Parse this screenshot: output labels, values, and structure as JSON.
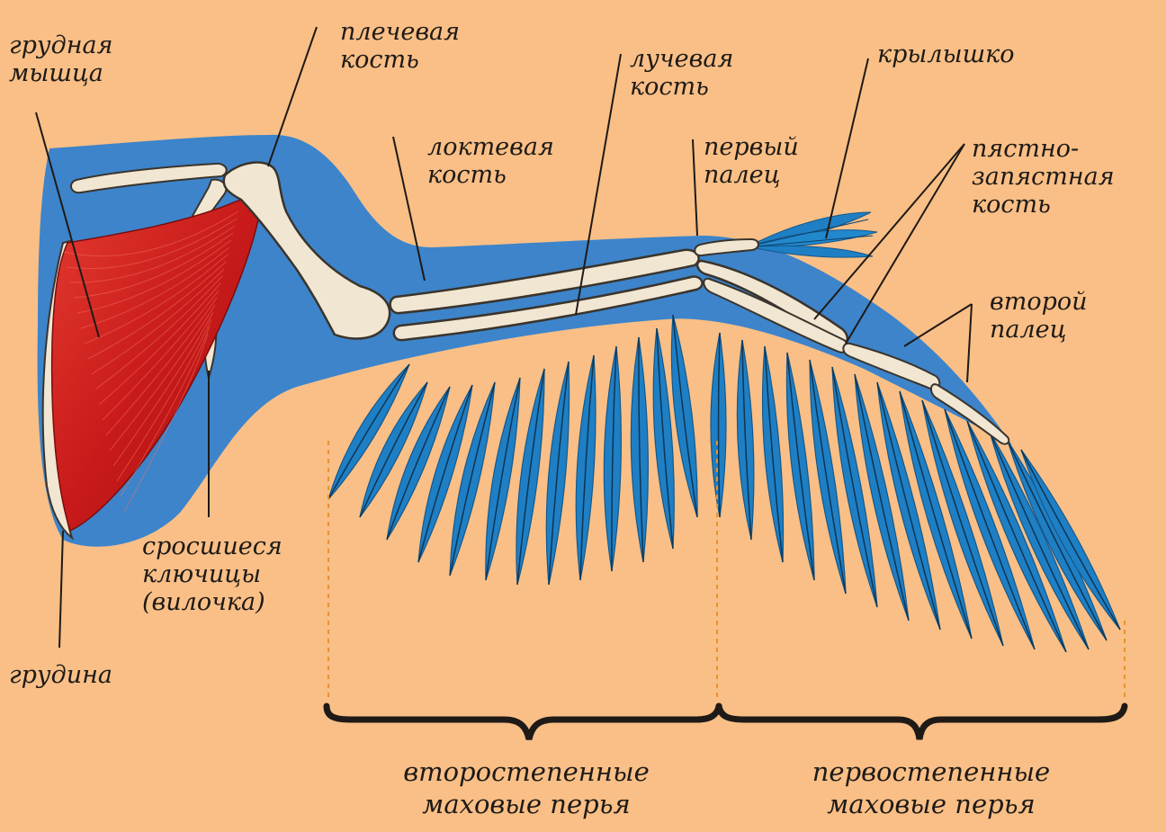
{
  "colors": {
    "background": "#f9bf86",
    "wing_body": "#3d84cb",
    "bone": "#f1e6d2",
    "bone_outline": "#3a342c",
    "muscle": "#d42222",
    "feather": "#1f7fc4",
    "feather_dark": "#14588c",
    "leader_line": "#1e1a17",
    "guide_dash": "#e8932a"
  },
  "labels": {
    "pectoral_muscle": "грудная\nмышца",
    "humerus": "плечевая\nкость",
    "radius": "лучевая\nкость",
    "alula": "крылышко",
    "ulna": "локтевая\nкость",
    "first_digit": "первый\nпалец",
    "carpometacarpus": "пястно-\nзапястная\nкость",
    "second_digit": "второй\nпалец",
    "furcula": "сросшиеся\nключицы\n(вилочка)",
    "sternum": "грудина",
    "secondary_feathers": "второстепенные\nмаховые перья",
    "primary_feathers": "первостепенные\nмаховые перья"
  },
  "icons": {
    "muscle": "pectoral-muscle-icon",
    "feather": "flight-feather-icon",
    "bone": "bone-icon",
    "brace": "curly-brace-icon"
  }
}
